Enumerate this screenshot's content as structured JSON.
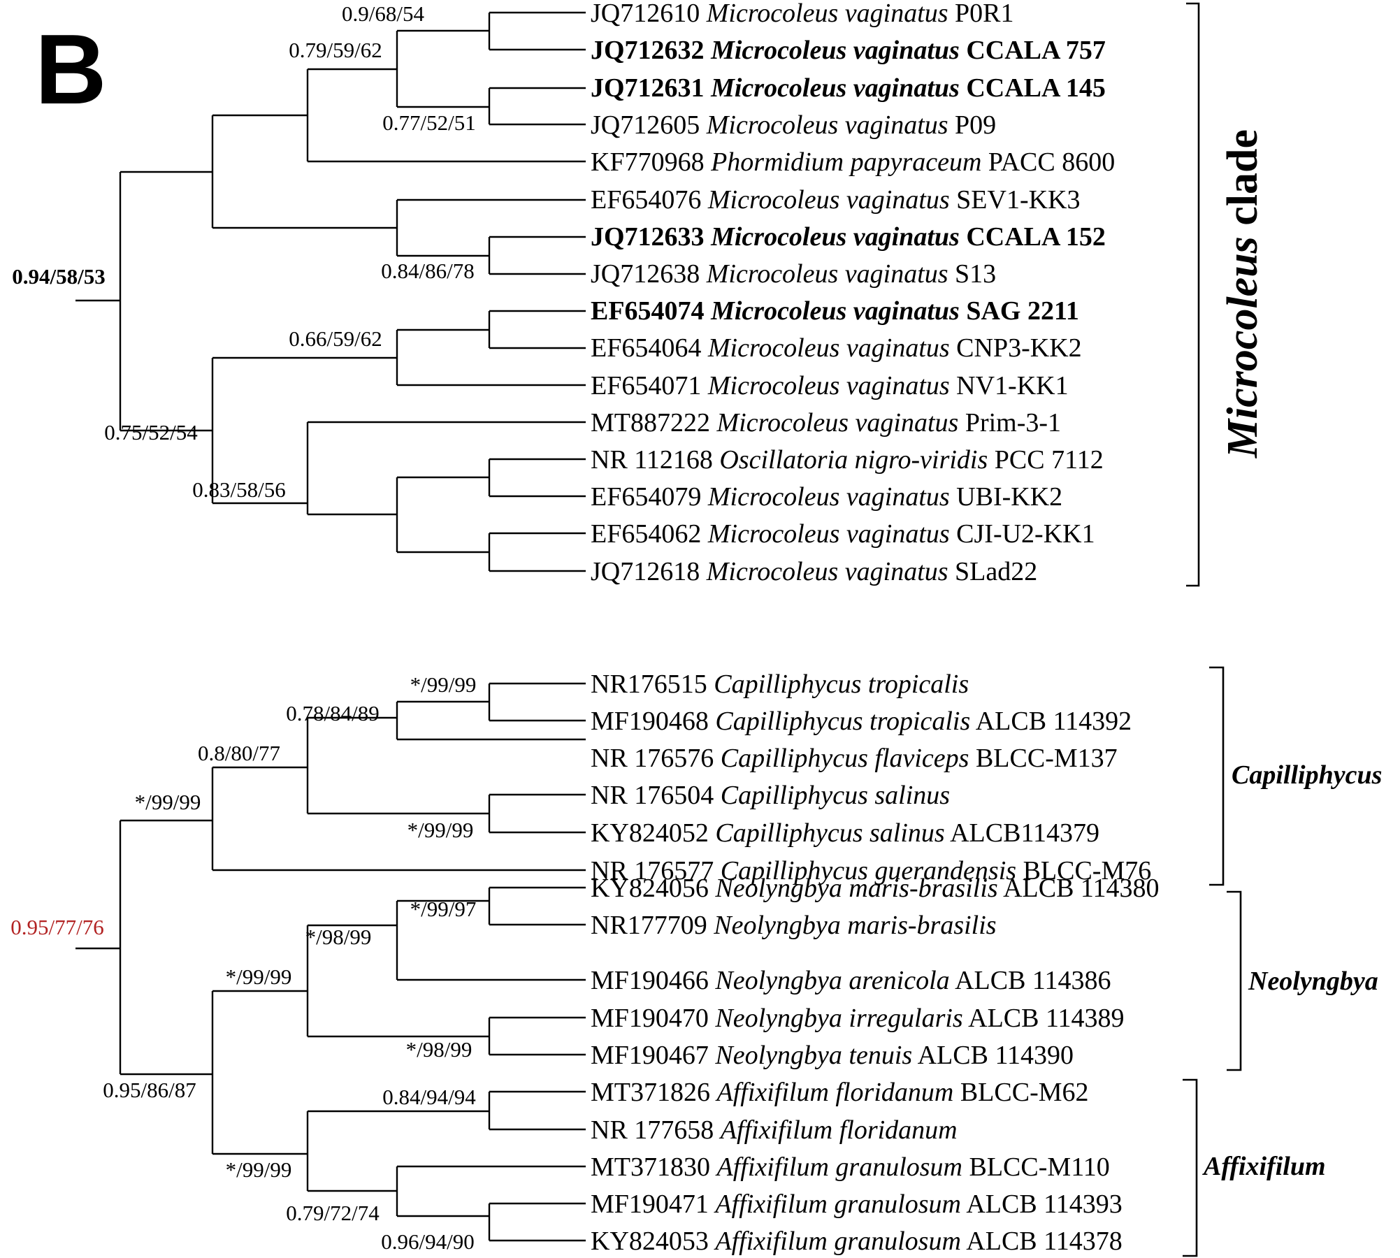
{
  "panel_label": "B",
  "top_tree": {
    "leaves": [
      {
        "acc": "JQ712610",
        "species": "Microcoleus vaginatus",
        "strain": "P0R1",
        "bold": false
      },
      {
        "acc": "JQ712632",
        "species": "Microcoleus vaginatus",
        "strain": "CCALA 757",
        "bold": true
      },
      {
        "acc": "JQ712631",
        "species": "Microcoleus vaginatus",
        "strain": "CCALA 145",
        "bold": true
      },
      {
        "acc": "JQ712605",
        "species": "Microcoleus vaginatus",
        "strain": "P09",
        "bold": false
      },
      {
        "acc": "KF770968",
        "species": "Phormidium papyraceum",
        "strain": "PACC 8600",
        "bold": false
      },
      {
        "acc": "EF654076",
        "species": "Microcoleus vaginatus",
        "strain": "SEV1-KK3",
        "bold": false
      },
      {
        "acc": "JQ712633",
        "species": "Microcoleus vaginatus",
        "strain": "CCALA 152",
        "bold": true
      },
      {
        "acc": "JQ712638",
        "species": "Microcoleus vaginatus",
        "strain": "S13",
        "bold": false
      },
      {
        "acc": "EF654074",
        "species": "Microcoleus vaginatus",
        "strain": "SAG 2211",
        "bold": true
      },
      {
        "acc": "EF654064",
        "species": "Microcoleus vaginatus",
        "strain": "CNP3-KK2",
        "bold": false
      },
      {
        "acc": "EF654071",
        "species": "Microcoleus vaginatus",
        "strain": "NV1-KK1",
        "bold": false
      },
      {
        "acc": "MT887222",
        "species": "Microcoleus vaginatus",
        "strain": "Prim-3-1",
        "bold": false
      },
      {
        "acc": "NR 112168",
        "species": "Oscillatoria nigro-viridis",
        "strain": "PCC 7112",
        "bold": false
      },
      {
        "acc": "EF654079",
        "species": "Microcoleus vaginatus",
        "strain": "UBI-KK2",
        "bold": false
      },
      {
        "acc": "EF654062",
        "species": "Microcoleus vaginatus",
        "strain": "CJI-U2-KK1",
        "bold": false
      },
      {
        "acc": "JQ712618",
        "species": "Microcoleus vaginatus",
        "strain": "SLad22",
        "bold": false
      }
    ],
    "supports": [
      {
        "id": "s1",
        "text": "0.9/68/54"
      },
      {
        "id": "s2",
        "text": "0.79/59/62"
      },
      {
        "id": "s3",
        "text": "0.77/52/51"
      },
      {
        "id": "s4",
        "text": "0.94/58/53",
        "bold": true
      },
      {
        "id": "s5",
        "text": "0.84/86/78"
      },
      {
        "id": "s6",
        "text": "0.66/59/62"
      },
      {
        "id": "s7",
        "text": "0.75/52/54"
      },
      {
        "id": "s8",
        "text": "0.83/58/56"
      }
    ],
    "clade": {
      "italic_part": "Microcoleus",
      "plain_part": " clade"
    }
  },
  "bottom_tree": {
    "leaves": [
      {
        "acc": "NR176515",
        "species": "Capilliphycus tropicalis",
        "strain": ""
      },
      {
        "acc": "MF190468",
        "species": "Capilliphycus tropicalis",
        "strain": "ALCB 114392"
      },
      {
        "acc": "NR 176576",
        "species": "Capilliphycus flaviceps",
        "strain": "BLCC-M137"
      },
      {
        "acc": "NR 176504",
        "species": "Capilliphycus salinus",
        "strain": ""
      },
      {
        "acc": "KY824052",
        "species": "Capilliphycus salinus",
        "strain": "ALCB114379"
      },
      {
        "acc": "NR 176577",
        "species": "Capilliphycus guerandensis",
        "strain": "BLCC-M76"
      },
      {
        "acc": "KY824056",
        "species": "Neolyngbya maris-brasilis",
        "strain": "ALCB 114380"
      },
      {
        "acc": "NR177709",
        "species": "Neolyngbya maris-brasilis",
        "strain": ""
      },
      {
        "acc": "MF190466",
        "species": "Neolyngbya arenicola",
        "strain": "ALCB 114386"
      },
      {
        "acc": "MF190470",
        "species": "Neolyngbya irregularis",
        "strain": "ALCB 114389"
      },
      {
        "acc": "MF190467",
        "species": "Neolyngbya tenuis",
        "strain": "ALCB 114390"
      },
      {
        "acc": "MT371826",
        "species": "Affixifilum floridanum",
        "strain": "BLCC-M62"
      },
      {
        "acc": "NR 177658",
        "species": "Affixifilum floridanum",
        "strain": ""
      },
      {
        "acc": "MT371830",
        "species": "Affixifilum granulosum",
        "strain": "BLCC-M110"
      },
      {
        "acc": "MF190471",
        "species": "Affixifilum granulosum",
        "strain": "ALCB 114393"
      },
      {
        "acc": "KY824053",
        "species": "Affixifilum granulosum",
        "strain": "ALCB 114378"
      }
    ],
    "supports": [
      {
        "id": "b1",
        "text": "*/99/99"
      },
      {
        "id": "b2",
        "text": "0.78/84/89"
      },
      {
        "id": "b3",
        "text": "0.8/80/77"
      },
      {
        "id": "b4",
        "text": "*/99/99"
      },
      {
        "id": "b5",
        "text": "*/99/99"
      },
      {
        "id": "b6",
        "text": "*/99/97"
      },
      {
        "id": "b7",
        "text": "*/98/99"
      },
      {
        "id": "b8",
        "text": "0.95/77/76",
        "color": "#b22222"
      },
      {
        "id": "b9",
        "text": "*/99/99"
      },
      {
        "id": "b10",
        "text": "*/98/99"
      },
      {
        "id": "b11",
        "text": "0.95/86/87"
      },
      {
        "id": "b12",
        "text": "0.84/94/94"
      },
      {
        "id": "b13",
        "text": "*/99/99"
      },
      {
        "id": "b14",
        "text": "0.79/72/74"
      },
      {
        "id": "b15",
        "text": "0.96/94/90"
      }
    ],
    "clades": [
      {
        "label": "Capilliphycus"
      },
      {
        "label": "Neolyngbya"
      },
      {
        "label": "Affixifilum"
      }
    ]
  }
}
